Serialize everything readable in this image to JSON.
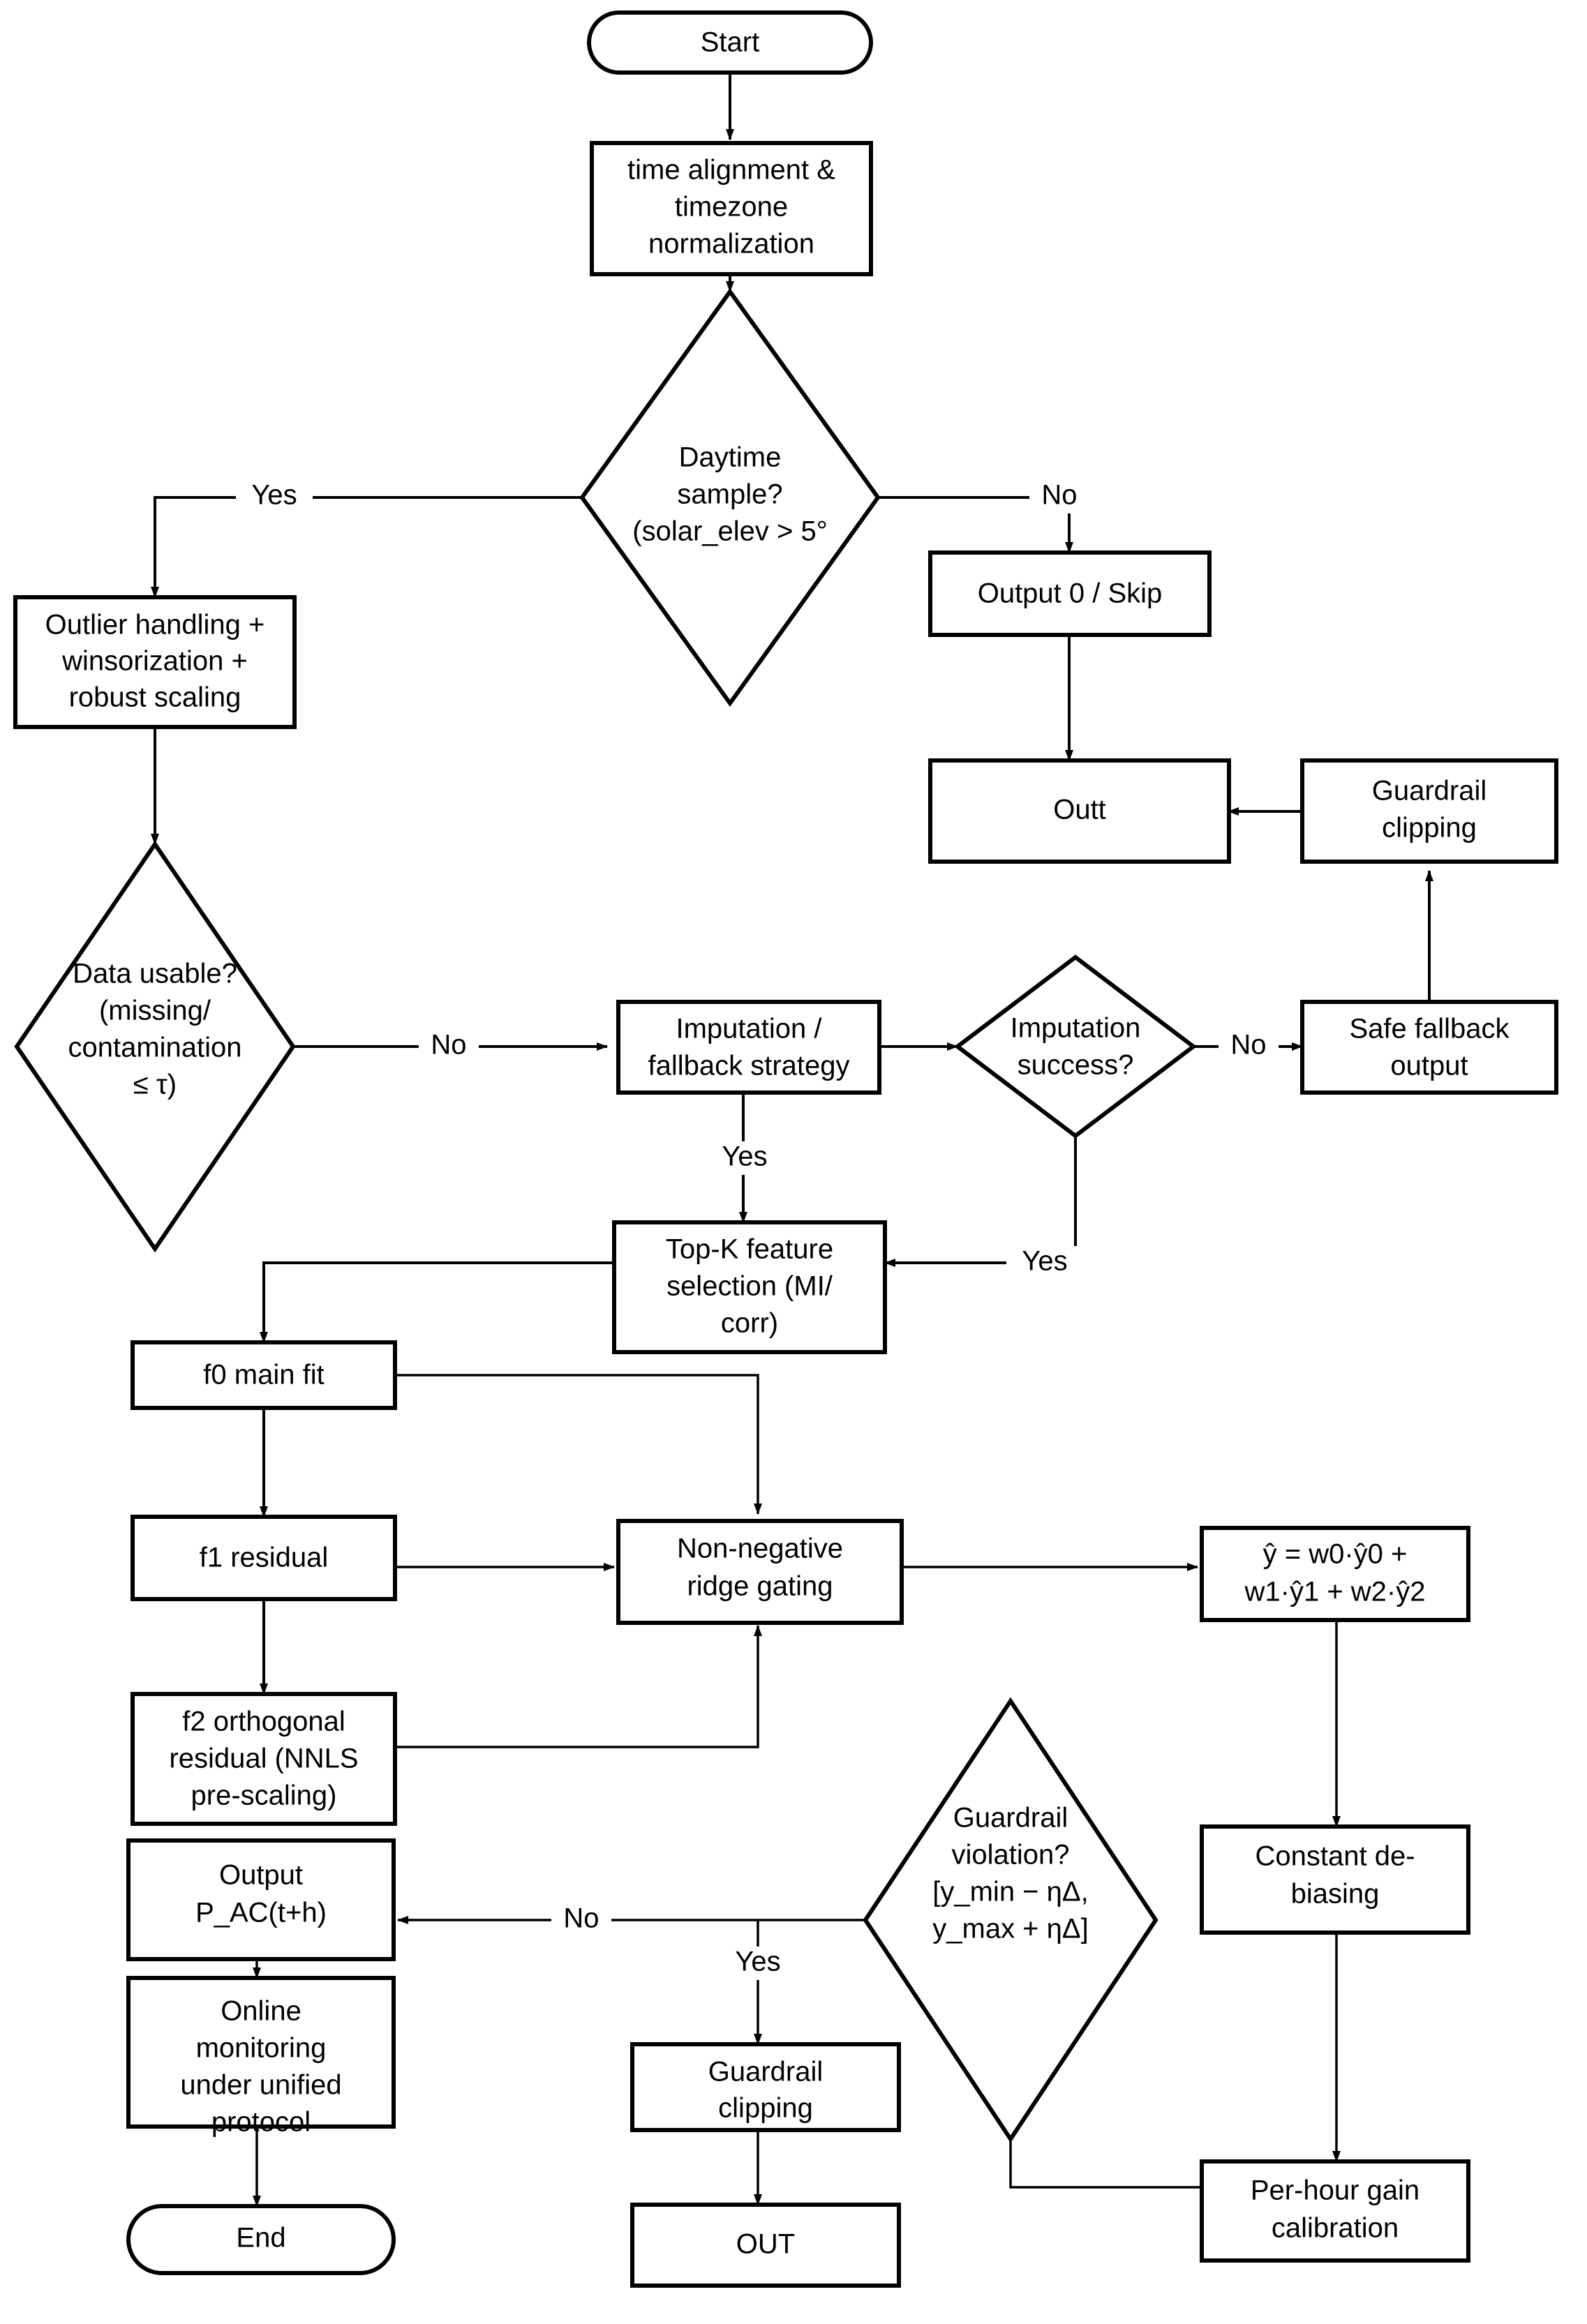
{
  "diagram": {
    "type": "flowchart",
    "orientation": "top-to-bottom",
    "background": "#ffffff",
    "line_color": "#000000",
    "text_color": "#000000",
    "nodes": {
      "start": {
        "label": "Start",
        "shape": "terminator"
      },
      "time_align": {
        "label_line1": "time alignment &",
        "label_line2": "timezone",
        "label_line3": "normalization",
        "shape": "process"
      },
      "daytime": {
        "label_line1": "Daytime",
        "label_line2": "sample?",
        "label_line3": "(solar_elev > 5°",
        "shape": "decision"
      },
      "output_skip": {
        "label": "Output 0 / Skip",
        "shape": "process"
      },
      "outt": {
        "label": "Outt",
        "shape": "process"
      },
      "guardrail_clip_top": {
        "label_line1": "Guardrail",
        "label_line2": "clipping",
        "shape": "process"
      },
      "outlier": {
        "label_line1": "Outlier handling +",
        "label_line2": "winsorization +",
        "label_line3": "robust scaling",
        "shape": "process"
      },
      "data_usable": {
        "label_line1": "Data usable?",
        "label_line2": "(missing/",
        "label_line3": "contamination",
        "label_line4": "≤ τ)",
        "shape": "decision"
      },
      "imputation": {
        "label_line1": "Imputation /",
        "label_line2": "fallback strategy",
        "shape": "process"
      },
      "imp_success": {
        "label_line1": "Imputation",
        "label_line2": "success?",
        "shape": "decision"
      },
      "safe_fallback": {
        "label_line1": "Safe fallback",
        "label_line2": "output",
        "shape": "process"
      },
      "topk": {
        "label_line1": "Top-K feature",
        "label_line2": "selection (MI/",
        "label_line3": "corr)",
        "shape": "process"
      },
      "f0": {
        "label": "f0 main fit",
        "shape": "process"
      },
      "f1": {
        "label": "f1 residual",
        "shape": "process"
      },
      "f2": {
        "label_line1": "f2 orthogonal",
        "label_line2": "residual (NNLS",
        "label_line3": "pre-scaling)",
        "shape": "process"
      },
      "ridge": {
        "label_line1": "Non-negative",
        "label_line2": "ridge gating",
        "shape": "process"
      },
      "yhat": {
        "label_line1": "ŷ = w0·ŷ0 +",
        "label_line2": "w1·ŷ1 + w2·ŷ2",
        "shape": "process"
      },
      "debias": {
        "label_line1": "Constant de-",
        "label_line2": "biasing",
        "shape": "process"
      },
      "guardrail_violation": {
        "label_line1": "Guardrail",
        "label_line2": "violation?",
        "label_line3": "[y_min − ηΔ,",
        "label_line4": "y_max + ηΔ]",
        "shape": "decision"
      },
      "gain_cal": {
        "label_line1": "Per-hour gain",
        "label_line2": "calibration",
        "shape": "process"
      },
      "output_pac": {
        "label_line1": "Output",
        "label_line2": "P_AC(t+h)",
        "shape": "process"
      },
      "online_mon": {
        "label_line1": "Online",
        "label_line2": "monitoring",
        "label_line3": "under unified",
        "label_line4": "protocol",
        "shape": "process"
      },
      "end": {
        "label": "End",
        "shape": "terminator"
      },
      "guardrail_clip_bottom": {
        "label_line1": "Guardrail",
        "label_line2": "clipping",
        "shape": "process"
      },
      "out": {
        "label": "OUT",
        "shape": "process"
      }
    },
    "edge_labels": {
      "daytime_yes": "Yes",
      "daytime_no": "No",
      "data_usable_no": "No",
      "imputation_yes": "Yes",
      "imp_success_no": "No",
      "imp_success_yes": "Yes",
      "violation_no": "No",
      "violation_yes": "Yes"
    }
  }
}
